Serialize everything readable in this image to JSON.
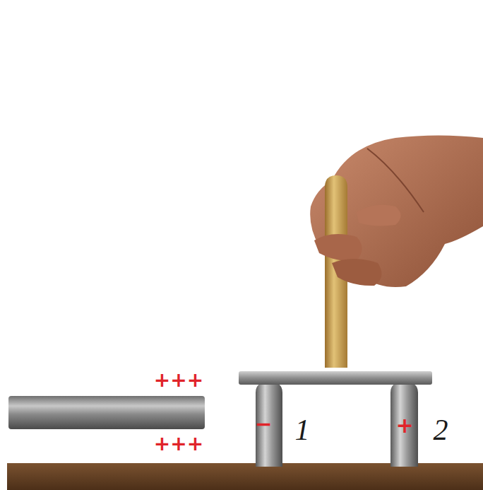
{
  "diagram": {
    "labels": [
      "+++",
      "+++",
      "−",
      "1",
      "+",
      "2"
    ]
  }
}
